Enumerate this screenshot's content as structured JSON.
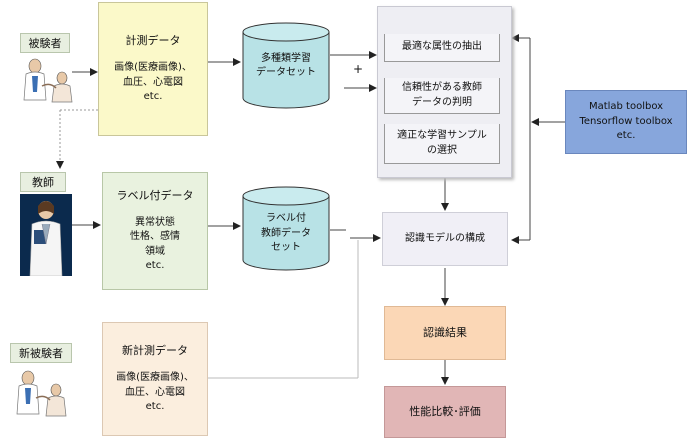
{
  "subject": {
    "label": "被験者"
  },
  "teacher": {
    "label": "教師"
  },
  "new_subject": {
    "label": "新被験者"
  },
  "measurement": {
    "title": "計測データ",
    "lines": [
      "画像(医療画像)、",
      "血圧、心電図",
      "etc."
    ]
  },
  "labeled": {
    "title": "ラベル付データ",
    "lines": [
      "異常状態",
      "性格、感情",
      "領域",
      "etc."
    ]
  },
  "new_measurement": {
    "title": "新計測データ",
    "lines": [
      "画像(医療画像)、",
      "血圧、心電図",
      "etc."
    ]
  },
  "db_multi": {
    "lines": [
      "多種類学習",
      "データセット"
    ]
  },
  "db_labeled": {
    "lines": [
      "ラベル付",
      "教師データ",
      "セット"
    ]
  },
  "plus_sign": "+",
  "processing": {
    "item1": [
      "最適な属性の抽出"
    ],
    "item2": [
      "信頼性がある教師",
      "データの判明"
    ],
    "item3": [
      "適正な学習サンプル",
      "の選択"
    ]
  },
  "toolbox": {
    "lines": [
      "Matlab toolbox",
      "Tensorflow toolbox",
      "etc."
    ]
  },
  "model": {
    "label": "認識モデルの構成"
  },
  "result": {
    "label": "認識結果"
  },
  "evaluation": {
    "label": "性能比較･評価"
  },
  "colors": {
    "measurement_fill": "#fbf9c9",
    "labeled_fill": "#e9f2df",
    "new_measurement_fill": "#fbeede",
    "cylinder_fill": "#b8e2e6",
    "processing_fill": "#eeeef3",
    "toolbox_fill": "#87a6dc",
    "result_fill": "#fbd7b6",
    "evaluation_fill": "#e1b6b6"
  },
  "icons": [
    "patient-doctor-figure",
    "teacher-figure",
    "new-patient-doctor-figure"
  ]
}
